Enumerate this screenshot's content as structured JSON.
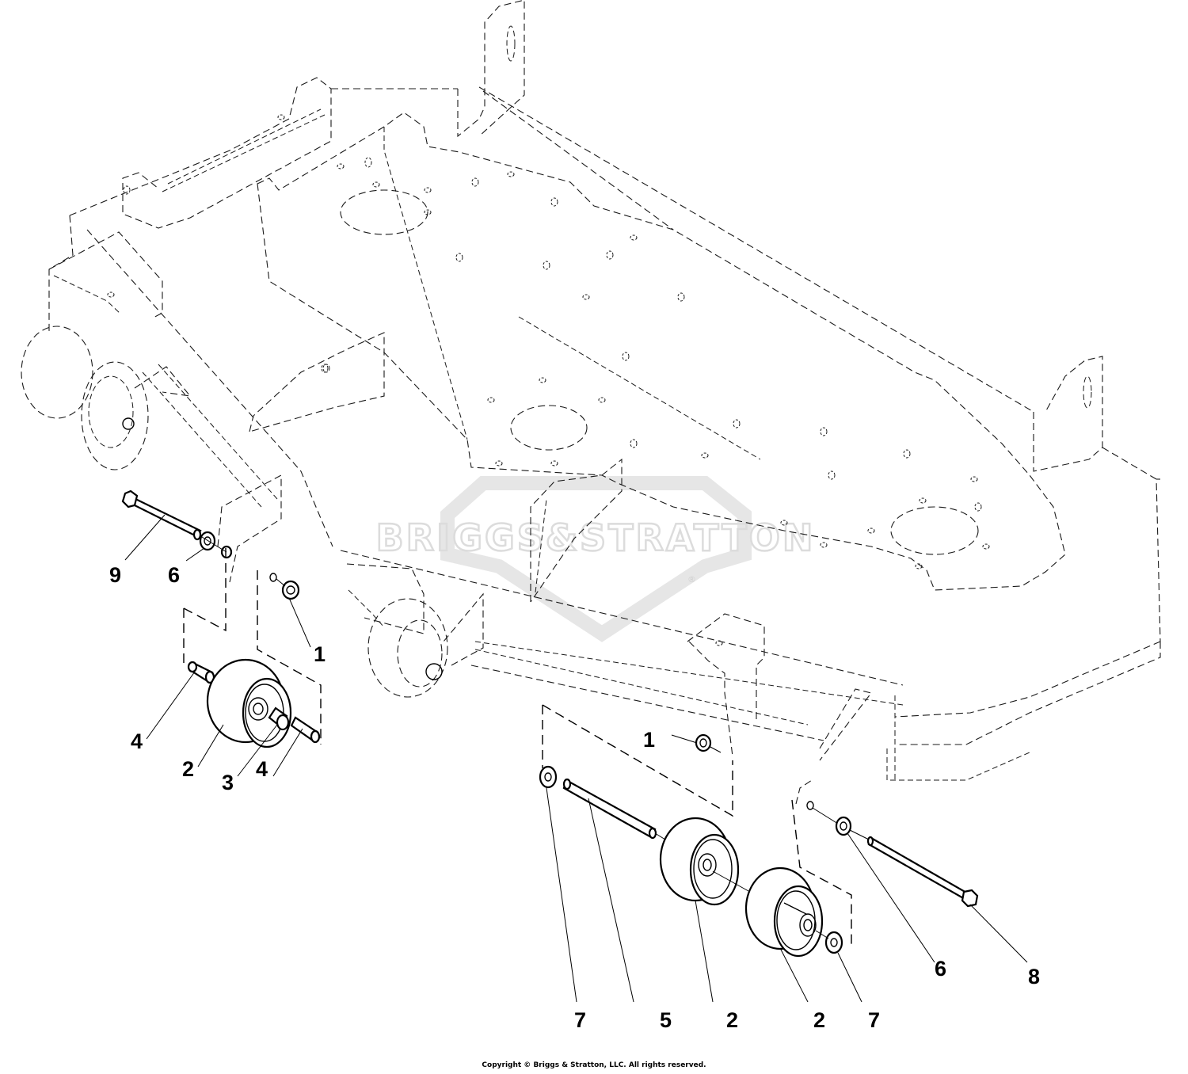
{
  "watermark": {
    "brand": "BRIGGS&STRATTON",
    "registered_mark": "®"
  },
  "callouts": [
    {
      "id": "c9a",
      "label": "9",
      "part": "long-bolt-left"
    },
    {
      "id": "c6a",
      "label": "6",
      "part": "washer-left"
    },
    {
      "id": "c1a",
      "label": "1",
      "part": "locknut-left"
    },
    {
      "id": "c4a",
      "label": "4",
      "part": "spacer-upper-left"
    },
    {
      "id": "c2a",
      "label": "2",
      "part": "roller-left"
    },
    {
      "id": "c3a",
      "label": "3",
      "part": "bushing-left"
    },
    {
      "id": "c4b",
      "label": "4",
      "part": "spacer-lower-left"
    },
    {
      "id": "c1b",
      "label": "1",
      "part": "locknut-right"
    },
    {
      "id": "c7a",
      "label": "7",
      "part": "washer-right-outer"
    },
    {
      "id": "c5a",
      "label": "5",
      "part": "shaft-right"
    },
    {
      "id": "c2b",
      "label": "2",
      "part": "roller-right-front"
    },
    {
      "id": "c2c",
      "label": "2",
      "part": "roller-right-rear"
    },
    {
      "id": "c7b",
      "label": "7",
      "part": "washer-right-inner"
    },
    {
      "id": "c6b",
      "label": "6",
      "part": "washer-right"
    },
    {
      "id": "c8a",
      "label": "8",
      "part": "long-bolt-right"
    }
  ],
  "footer": {
    "copyright": "Copyright © Briggs & Stratton, LLC. All rights reserved."
  },
  "colors": {
    "line": "#000000",
    "watermark": "#dcdcdc",
    "background": "#ffffff"
  }
}
